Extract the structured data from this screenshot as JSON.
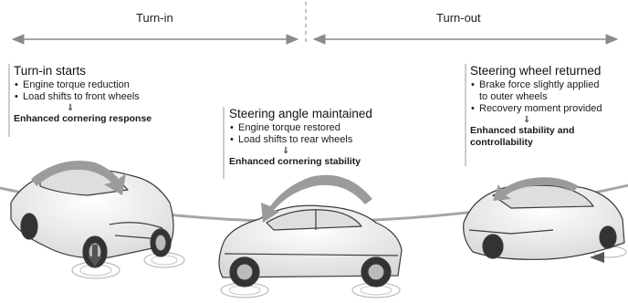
{
  "phases": {
    "turn_in": "Turn-in",
    "turn_out": "Turn-out"
  },
  "blocks": {
    "turn_in_starts": {
      "heading": "Turn-in starts",
      "items": [
        "Engine torque reduction",
        "Load shifts to front wheels"
      ],
      "arrow": "⇓",
      "result_lines": [
        "Enhanced cornering response"
      ]
    },
    "steering_angle_maintained": {
      "heading": "Steering angle maintained",
      "items": [
        "Engine torque restored",
        "Load shifts to rear wheels"
      ],
      "arrow": "⇓",
      "result_lines": [
        "Enhanced cornering stability"
      ]
    },
    "steering_wheel_returned": {
      "heading": "Steering wheel returned",
      "items": [
        "Brake force slightly applied",
        "to outer wheels",
        "Recovery moment provided"
      ],
      "arrow": "⇓",
      "result_lines": [
        "Enhanced stability and",
        "controllability"
      ]
    }
  },
  "colors": {
    "arrow": "#8a8a8a",
    "body": "#f1f1f1",
    "outline": "#3a3a3a",
    "rotation_arrow": "#9b9b9b"
  }
}
